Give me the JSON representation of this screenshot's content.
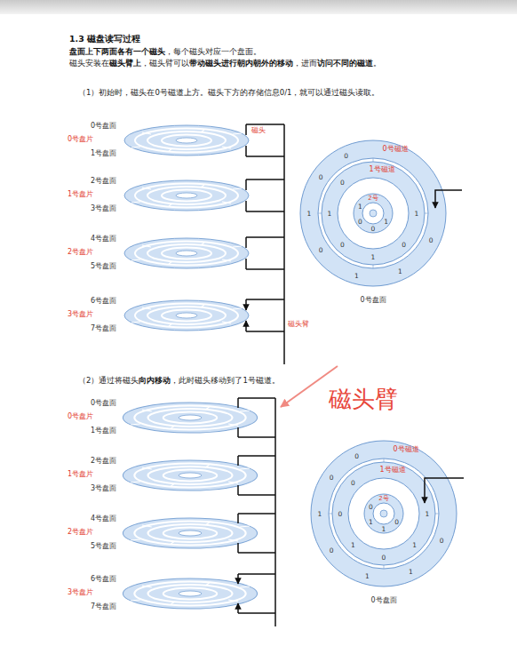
{
  "diagram": {
    "title": "1.3 磁盘读写过程",
    "labels": [
      "盘面上下两面各有一个磁头",
      "，每个磁头对应一个盘面。",
      "磁头安装在",
      "磁头臂上",
      "，磁头臂可以",
      "带动磁头进行朝内朝外的移动",
      "，进而",
      "访问不同的磁道",
      "。",
      "（1）初始时，磁头在0号磁道上方。磁头下方的存储信息0/1，就可以通过磁头读取。",
      "0号盘面",
      "0号盘片",
      "1号盘面",
      "2号盘面",
      "1号盘片",
      "3号盘面",
      "4号盘面",
      "2号盘片",
      "5号盘面",
      "6号盘面",
      "3号盘片",
      "7号盘面",
      "磁头",
      "磁头臂",
      "0号磁道",
      "1号磁道",
      "2号",
      "0号盘面",
      "0",
      "1",
      "1",
      "0",
      "1",
      "0",
      "0",
      "1",
      "0",
      "1",
      "0",
      "1",
      "0",
      "1",
      "0",
      "0",
      "1",
      "（2）通过将磁头",
      "向内移动",
      "，此时磁头移动到了1号磁道。",
      "0号盘面",
      "0号盘片",
      "1号盘面",
      "2号盘面",
      "1号盘片",
      "3号盘面",
      "4号盘面",
      "2号盘片",
      "5号盘面",
      "6号盘面",
      "3号盘片",
      "7号盘面",
      "磁头臂",
      "0号磁道",
      "1号磁道",
      "2号",
      "0号盘面",
      "0",
      "1",
      "1",
      "0",
      "1",
      "0",
      "0",
      "1",
      "1",
      "0",
      "1",
      "0",
      "0",
      "0",
      "1",
      "1",
      "0"
    ]
  }
}
